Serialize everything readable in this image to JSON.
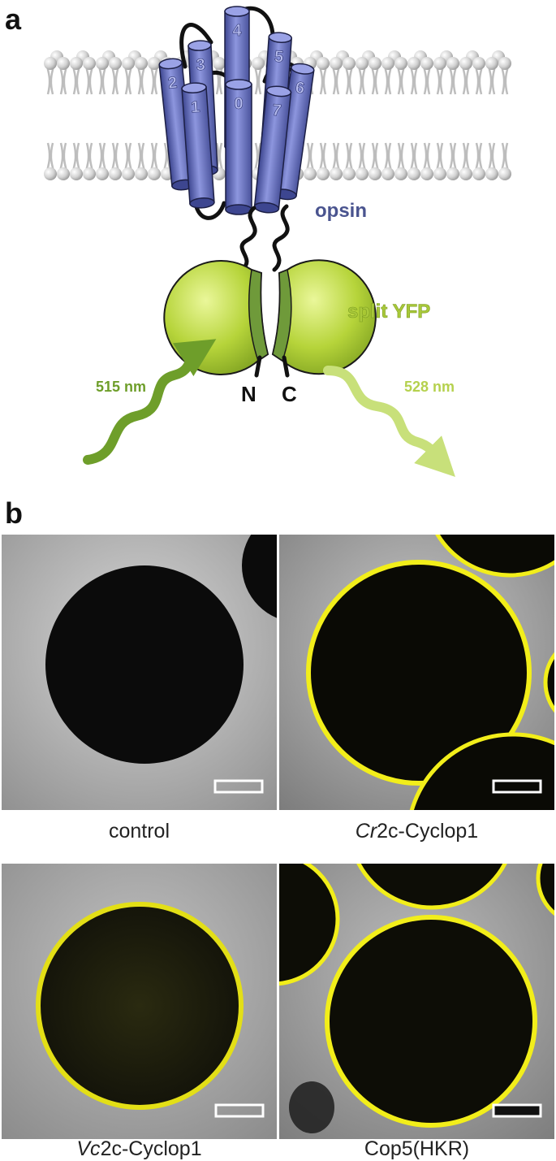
{
  "panel_a": {
    "letter": "a",
    "helix_numbers": [
      "0",
      "1",
      "2",
      "3",
      "4",
      "5",
      "6",
      "7"
    ],
    "label_opsin": "opsin",
    "label_split_yfp": "split YFP",
    "label_n": "N",
    "label_c": "C",
    "excitation": "515 nm",
    "emission": "528 nm",
    "colors": {
      "helix": "#6f78c4",
      "opsin_text": "#4a548f",
      "yfp": "#b9d53a",
      "excitation_arrow": "#6e9e2a",
      "emission_arrow": "#c8e07a"
    }
  },
  "panel_b": {
    "letter": "b",
    "images": [
      {
        "caption_pre": "",
        "caption_italic": "",
        "caption_post": "control"
      },
      {
        "caption_pre": "",
        "caption_italic": "Cr",
        "caption_post": "2c-Cyclop1"
      },
      {
        "caption_pre": "",
        "caption_italic": "Vc",
        "caption_post": "2c-Cyclop1"
      },
      {
        "caption_pre": "",
        "caption_italic": "",
        "caption_post": "Cop5(HKR)"
      }
    ],
    "colors": {
      "fluorescence": "#f2ee1a",
      "background": "#b8b8b8",
      "cell": "#0b0b0b"
    }
  }
}
